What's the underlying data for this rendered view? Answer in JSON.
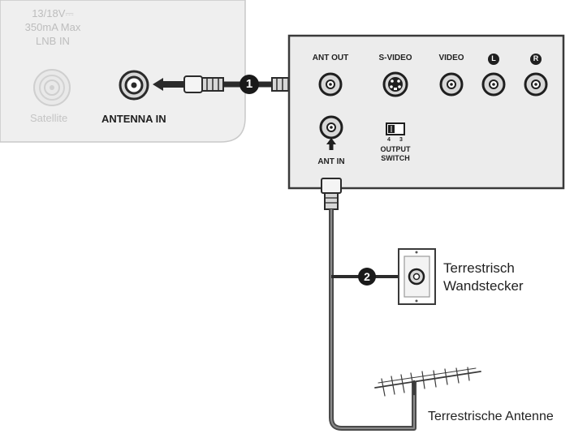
{
  "tv_panel": {
    "lnb_lines": [
      "13/18V⎓",
      "350mA Max",
      "LNB IN"
    ],
    "satellite_label": "Satellite",
    "antenna_in_label": "ANTENNA IN"
  },
  "vcr_panel": {
    "ant_out_label": "ANT OUT",
    "s_video_label": "S-VIDEO",
    "video_label": "VIDEO",
    "audio_left_label": "L",
    "audio_right_label": "R",
    "ant_in_label": "ANT IN",
    "switch_positions": [
      "4",
      "3"
    ],
    "output_switch_label": [
      "OUTPUT",
      "SWITCH"
    ]
  },
  "callouts": {
    "step1": "1",
    "step2": "2"
  },
  "wall_socket_label": [
    "Terrestrisch",
    "Wandstecker"
  ],
  "antenna_label": "Terrestrische Antenne",
  "colors": {
    "tv_panel_bg": "#efefef",
    "vcr_panel_bg": "#ececec",
    "cable": "#4a4a4a"
  }
}
